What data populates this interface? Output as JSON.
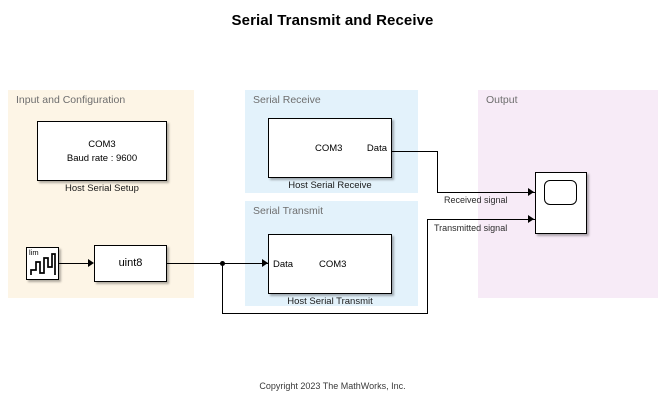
{
  "title": "Serial Transmit and Receive",
  "copyright": "Copyright 2023 The MathWorks, Inc.",
  "colors": {
    "input_area": "#fdf5e6",
    "receive_area": "#e3f2fb",
    "transmit_area": "#e3f2fb",
    "output_area": "#f7ebf7",
    "line": "#000000",
    "block_fill": "#ffffff",
    "area_label": "#6e6e6e"
  },
  "areas": [
    {
      "name": "input-and-configuration",
      "label": "Input and Configuration"
    },
    {
      "name": "serial-receive",
      "label": "Serial Receive"
    },
    {
      "name": "serial-transmit",
      "label": "Serial Transmit"
    },
    {
      "name": "output",
      "label": "Output"
    }
  ],
  "blocks": {
    "host_serial_setup": {
      "caption": "Host Serial Setup",
      "line1": "COM3",
      "line2": "Baud rate : 9600"
    },
    "signal_source": {
      "icon": "repeating-sequence-stair-icon",
      "icon_label": "lim"
    },
    "data_type_conversion": {
      "label": "uint8"
    },
    "host_serial_receive": {
      "caption": "Host Serial Receive",
      "center_text": "COM3",
      "out_port": "Data"
    },
    "host_serial_transmit": {
      "caption": "Host Serial Transmit",
      "center_text": "COM3",
      "in_port": "Data"
    },
    "scope": {
      "icon": "scope-icon"
    }
  },
  "signals": {
    "received": "Received signal",
    "transmitted": "Transmitted signal"
  }
}
